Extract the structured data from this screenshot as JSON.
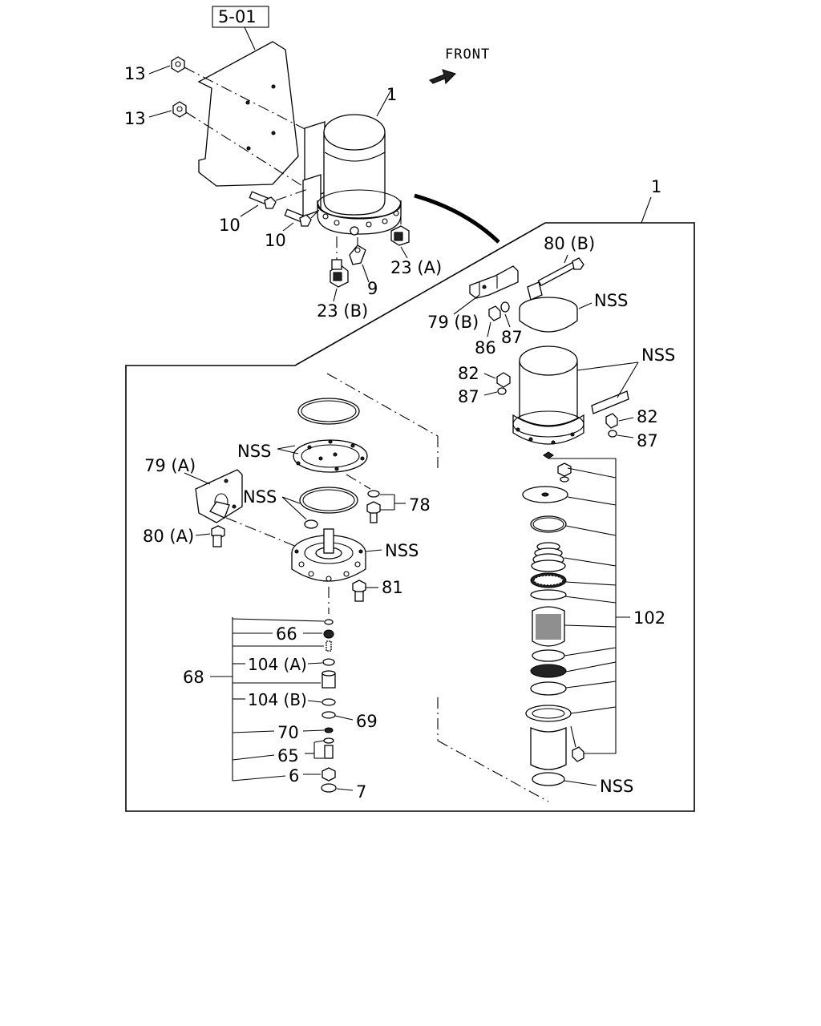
{
  "ref_box": "5-01",
  "front_label": "FRONT",
  "labels": {
    "l13a": "13",
    "l13b": "13",
    "l1_top": "1",
    "l10a": "10",
    "l10b": "10",
    "l9": "9",
    "l23a": "23 (A)",
    "l23b": "23 (B)",
    "l1_box": "1",
    "l80b": "80 (B)",
    "l79b": "79 (B)",
    "l86": "86",
    "l87a": "87",
    "l87b": "87",
    "l82a": "82",
    "l82b": "82",
    "l87c": "87",
    "nss1": "NSS",
    "nss2": "NSS",
    "nss3": "NSS",
    "nss4": "NSS",
    "nss5": "NSS",
    "nss6": "NSS",
    "l79a": "79 (A)",
    "l80a": "80 (A)",
    "l78": "78",
    "l81": "81",
    "l102": "102",
    "l66": "66",
    "l104a": "104 (A)",
    "l68": "68",
    "l104b": "104 (B)",
    "l69": "69",
    "l70": "70",
    "l65": "65",
    "l6": "6",
    "l7": "7"
  }
}
